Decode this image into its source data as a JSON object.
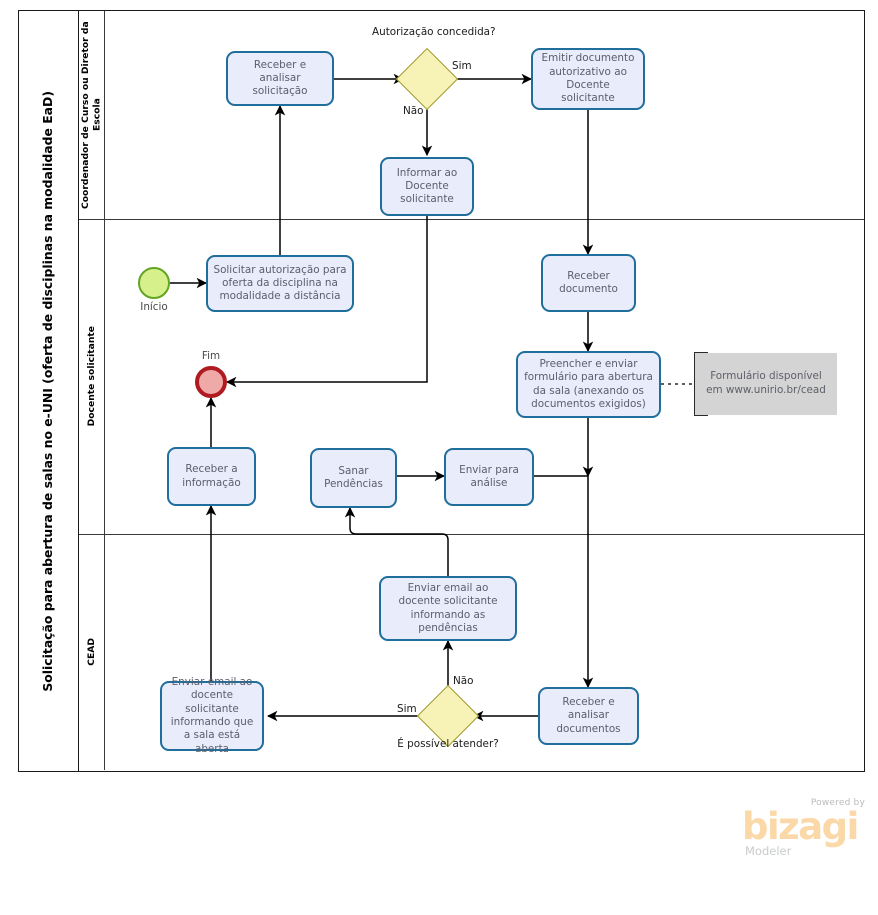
{
  "pool": {
    "title": "Solicitação para abertura de salas no e-UNI (oferta de disciplinas na modalidade EaD)"
  },
  "lanes": [
    {
      "id": "lane-coordenador",
      "label": "Coordenador de Curso ou Diretor da Escola"
    },
    {
      "id": "lane-docente",
      "label": "Docente  solicitante"
    },
    {
      "id": "lane-cead",
      "label": "CEAD"
    }
  ],
  "events": [
    {
      "id": "start-inicio",
      "type": "start",
      "label": "Início"
    },
    {
      "id": "end-fim",
      "type": "end",
      "label": "Fim"
    }
  ],
  "tasks": [
    {
      "id": "task-receber-analisar-solicitacao",
      "label": "Receber  e analisar solicitação"
    },
    {
      "id": "task-emitir-documento-autorizativo",
      "label": "Emitir documento autorizativo ao Docente solicitante"
    },
    {
      "id": "task-informar-docente-solicitante",
      "label": "Informar ao Docente solicitante"
    },
    {
      "id": "task-solicitar-autorizacao",
      "label": "Solicitar autorização para oferta da disciplina na modalidade a distância"
    },
    {
      "id": "task-receber-documento",
      "label": "Receber documento"
    },
    {
      "id": "task-preencher-enviar-formulario",
      "label": "Preencher e enviar formulário para abertura da sala (anexando os documentos exigidos)"
    },
    {
      "id": "task-receber-informacao",
      "label": "Receber a informação"
    },
    {
      "id": "task-sanar-pendencias",
      "label": "Sanar Pendências"
    },
    {
      "id": "task-enviar-para-analise",
      "label": "Enviar para análise"
    },
    {
      "id": "task-enviar-email-pendencias",
      "label": "Enviar email ao docente solicitante informando as pendências"
    },
    {
      "id": "task-enviar-email-sala-aberta",
      "label": "Enviar email ao docente solicitante informando que a sala está aberta"
    },
    {
      "id": "task-receber-analisar-documentos",
      "label": "Receber e analisar documentos"
    }
  ],
  "gateways": [
    {
      "id": "gateway-autorizacao-concedida",
      "label": "Autorização concedida?"
    },
    {
      "id": "gateway-e-possivel-atender",
      "label": "É possível atender?"
    }
  ],
  "flow_labels": {
    "sim_autorizacao": "Sim",
    "nao_autorizacao": "Não",
    "nao_atender": "Não",
    "sim_atender": "Sim"
  },
  "annotations": [
    {
      "id": "note-formulario",
      "text": "Formulário disponível em www.unirio.br/cead"
    }
  ],
  "logo": {
    "powered_by": "Powered by",
    "brand": "bizagi",
    "product": "Modeler"
  },
  "colors": {
    "task_fill": "#e9ecfa",
    "task_stroke": "#1f6e9c",
    "gateway_fill": "#f7f2b5",
    "gateway_stroke": "#a0992f",
    "start_fill": "#d6f08c",
    "start_stroke": "#62a524",
    "end_fill": "#efaaa8",
    "end_stroke": "#b01b21",
    "note_fill": "#d4d4d4",
    "brand_orange": "#fbd8a8"
  }
}
